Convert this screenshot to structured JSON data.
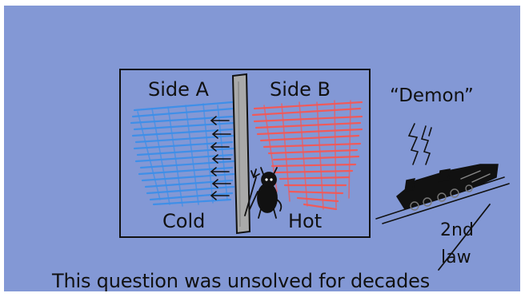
{
  "side_a_label": "Side A",
  "side_b_label": "Side B",
  "cold_label": "Cold",
  "hot_label": "Hot",
  "demon_label": "“Demon”",
  "second_law_label_line1": "2nd",
  "second_law_label_line2": "law",
  "caption": "This question was unsolved for decades",
  "colors": {
    "background": "#8398d5",
    "cold": "#3f8fe8",
    "hot": "#f05a5a",
    "wall": "#a9a9a9",
    "ink": "#111111"
  },
  "icons": [
    "demon-icon",
    "steam-engine-icon",
    "arrow-left-icon",
    "lightning-icon"
  ]
}
